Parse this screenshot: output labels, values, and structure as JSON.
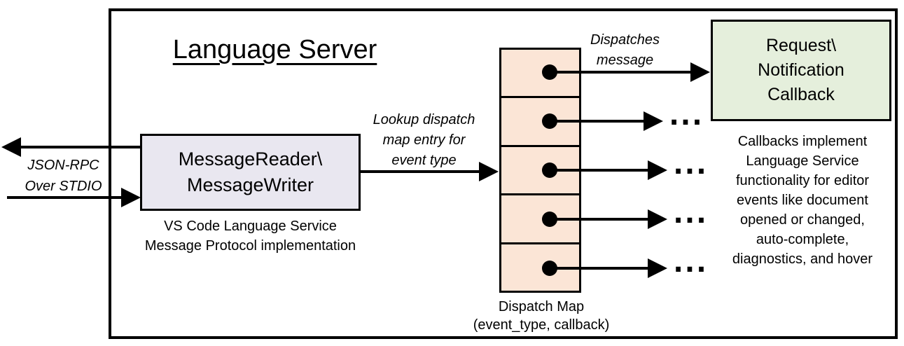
{
  "title": "Language Server",
  "colors": {
    "background": "#FFFFFF",
    "stroke": "#000000",
    "message_box_fill": "#E9E7F0",
    "dispatch_cell_fill": "#FBE5D6",
    "callback_box_fill": "#E5EFDC"
  },
  "left_channel": {
    "label": [
      "JSON-RPC",
      "Over STDIO"
    ]
  },
  "message_box": {
    "lines": [
      "MessageReader\\",
      "MessageWriter"
    ],
    "caption": [
      "VS Code Language Service",
      "Message Protocol implementation"
    ]
  },
  "lookup_arrow": {
    "label": [
      "Lookup dispatch",
      "map entry for",
      "event type"
    ]
  },
  "dispatch_arrow": {
    "label": [
      "Dispatches",
      "message"
    ]
  },
  "dispatch_map": {
    "entry_count": 5,
    "caption": [
      "Dispatch Map",
      "(event_type, callback)"
    ],
    "ellipsis": "..."
  },
  "callback_box": {
    "lines": [
      "Request\\",
      "Notification",
      "Callback"
    ]
  },
  "callback_note": {
    "lines": [
      "Callbacks implement",
      "Language Service",
      "functionality for editor",
      "events like document",
      "opened or changed,",
      "auto-complete,",
      "diagnostics, and hover"
    ]
  }
}
